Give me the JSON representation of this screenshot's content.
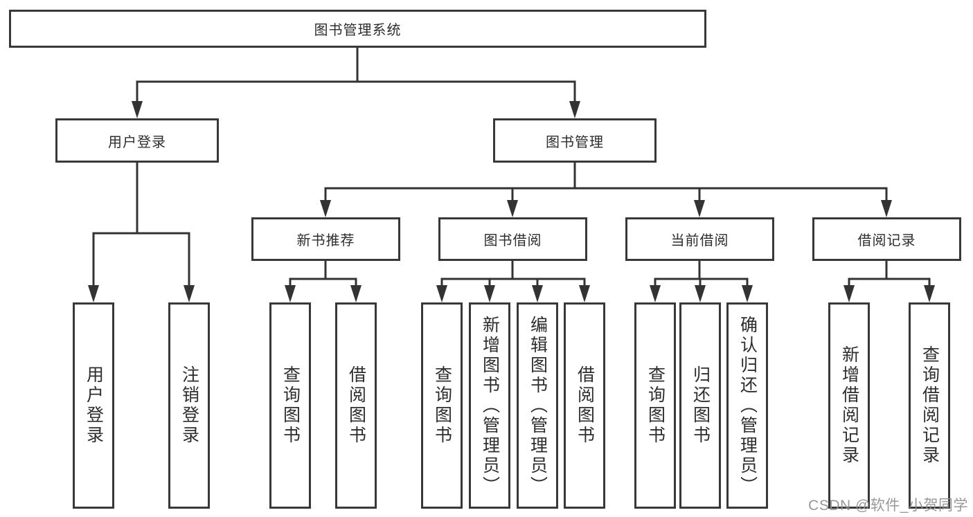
{
  "diagram": {
    "root_label": "图书管理系统",
    "level2": [
      {
        "label": "用户登录",
        "children": [
          "用户登录",
          "注销登录"
        ]
      },
      {
        "label": "图书管理",
        "children": [
          {
            "label": "新书推荐",
            "children": [
              "查询图书",
              "借阅图书"
            ]
          },
          {
            "label": "图书借阅",
            "children": [
              "查询图书",
              "新增图书（管理员）",
              "编辑图书（管理员）",
              "借阅图书"
            ]
          },
          {
            "label": "当前借阅",
            "children": [
              "查询图书",
              "归还图书",
              "确认归还（管理员）"
            ]
          },
          {
            "label": "借阅记录",
            "children": [
              "新增借阅记录",
              "查询借阅记录"
            ]
          }
        ]
      }
    ]
  },
  "line_color": "#333333",
  "watermark": {
    "text": "CSDN @软件_小贺同学"
  }
}
